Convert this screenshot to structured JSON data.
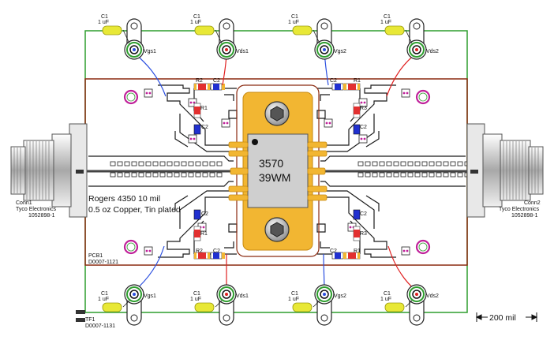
{
  "ic": {
    "line1": "3570",
    "line2": "39WM"
  },
  "board_note": {
    "line1": "Rogers 4350 10 mil",
    "line2": "0.5 oz Copper, Tin plated"
  },
  "pcb": {
    "ref": "PCB1",
    "part": "D0007-1121"
  },
  "fixture": {
    "ref": "TF1",
    "part": "D0007-1131"
  },
  "conn_left": {
    "ref": "Conn1",
    "maker": "Tyco Electronics",
    "part": "1052898-1"
  },
  "conn_right": {
    "ref": "Conn2",
    "maker": "Tyco Electronics",
    "part": "1052898-1"
  },
  "scale": {
    "label": "200 mil"
  },
  "cap_ref": "C1",
  "cap_value": "1 uF",
  "terminals": {
    "top": [
      "Vgs1",
      "Vds1",
      "Vgs2",
      "Vds2"
    ],
    "bottom": [
      "Vgs1",
      "Vds1",
      "Vgs2",
      "Vds2"
    ]
  },
  "refs": {
    "r1": "R1",
    "r2": "R2",
    "r3": "R3",
    "c2": "C2"
  },
  "colors": {
    "fixture_outline": "#2e9e2e",
    "pcb_outline": "#8b2a10",
    "gold": "#f2b632",
    "ic_body": "#cfcfcf",
    "cap_yellow": "#e8e836",
    "wire_blue": "#2b4fe0",
    "wire_red": "#e02020",
    "resistor_red": "#e23030",
    "cap_blue": "#2030d0",
    "pad_magenta": "#c0209a"
  }
}
